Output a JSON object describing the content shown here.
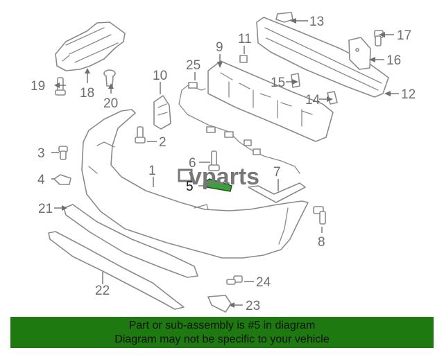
{
  "brand": {
    "text": "vparts"
  },
  "callouts": [
    {
      "id": "1",
      "label": "1"
    },
    {
      "id": "2",
      "label": "2"
    },
    {
      "id": "3",
      "label": "3"
    },
    {
      "id": "4",
      "label": "4"
    },
    {
      "id": "5",
      "label": "5",
      "highlighted": true
    },
    {
      "id": "6",
      "label": "6"
    },
    {
      "id": "7",
      "label": "7"
    },
    {
      "id": "8",
      "label": "8"
    },
    {
      "id": "9",
      "label": "9"
    },
    {
      "id": "10",
      "label": "10"
    },
    {
      "id": "11",
      "label": "11"
    },
    {
      "id": "12",
      "label": "12"
    },
    {
      "id": "13",
      "label": "13"
    },
    {
      "id": "14",
      "label": "14"
    },
    {
      "id": "15",
      "label": "15"
    },
    {
      "id": "16",
      "label": "16"
    },
    {
      "id": "17",
      "label": "17"
    },
    {
      "id": "18",
      "label": "18"
    },
    {
      "id": "19",
      "label": "19"
    },
    {
      "id": "20",
      "label": "20"
    },
    {
      "id": "21",
      "label": "21"
    },
    {
      "id": "22",
      "label": "22"
    },
    {
      "id": "23",
      "label": "23"
    },
    {
      "id": "24",
      "label": "24"
    },
    {
      "id": "25",
      "label": "25"
    }
  ],
  "footer": {
    "line1": "Part or sub-assembly is #5 in diagram",
    "line2": "Diagram may not be specific to your vehicle"
  },
  "colors": {
    "footer_bg": "#1e7a10",
    "highlight": "#3aa13a",
    "line": "#8a8a8a"
  }
}
